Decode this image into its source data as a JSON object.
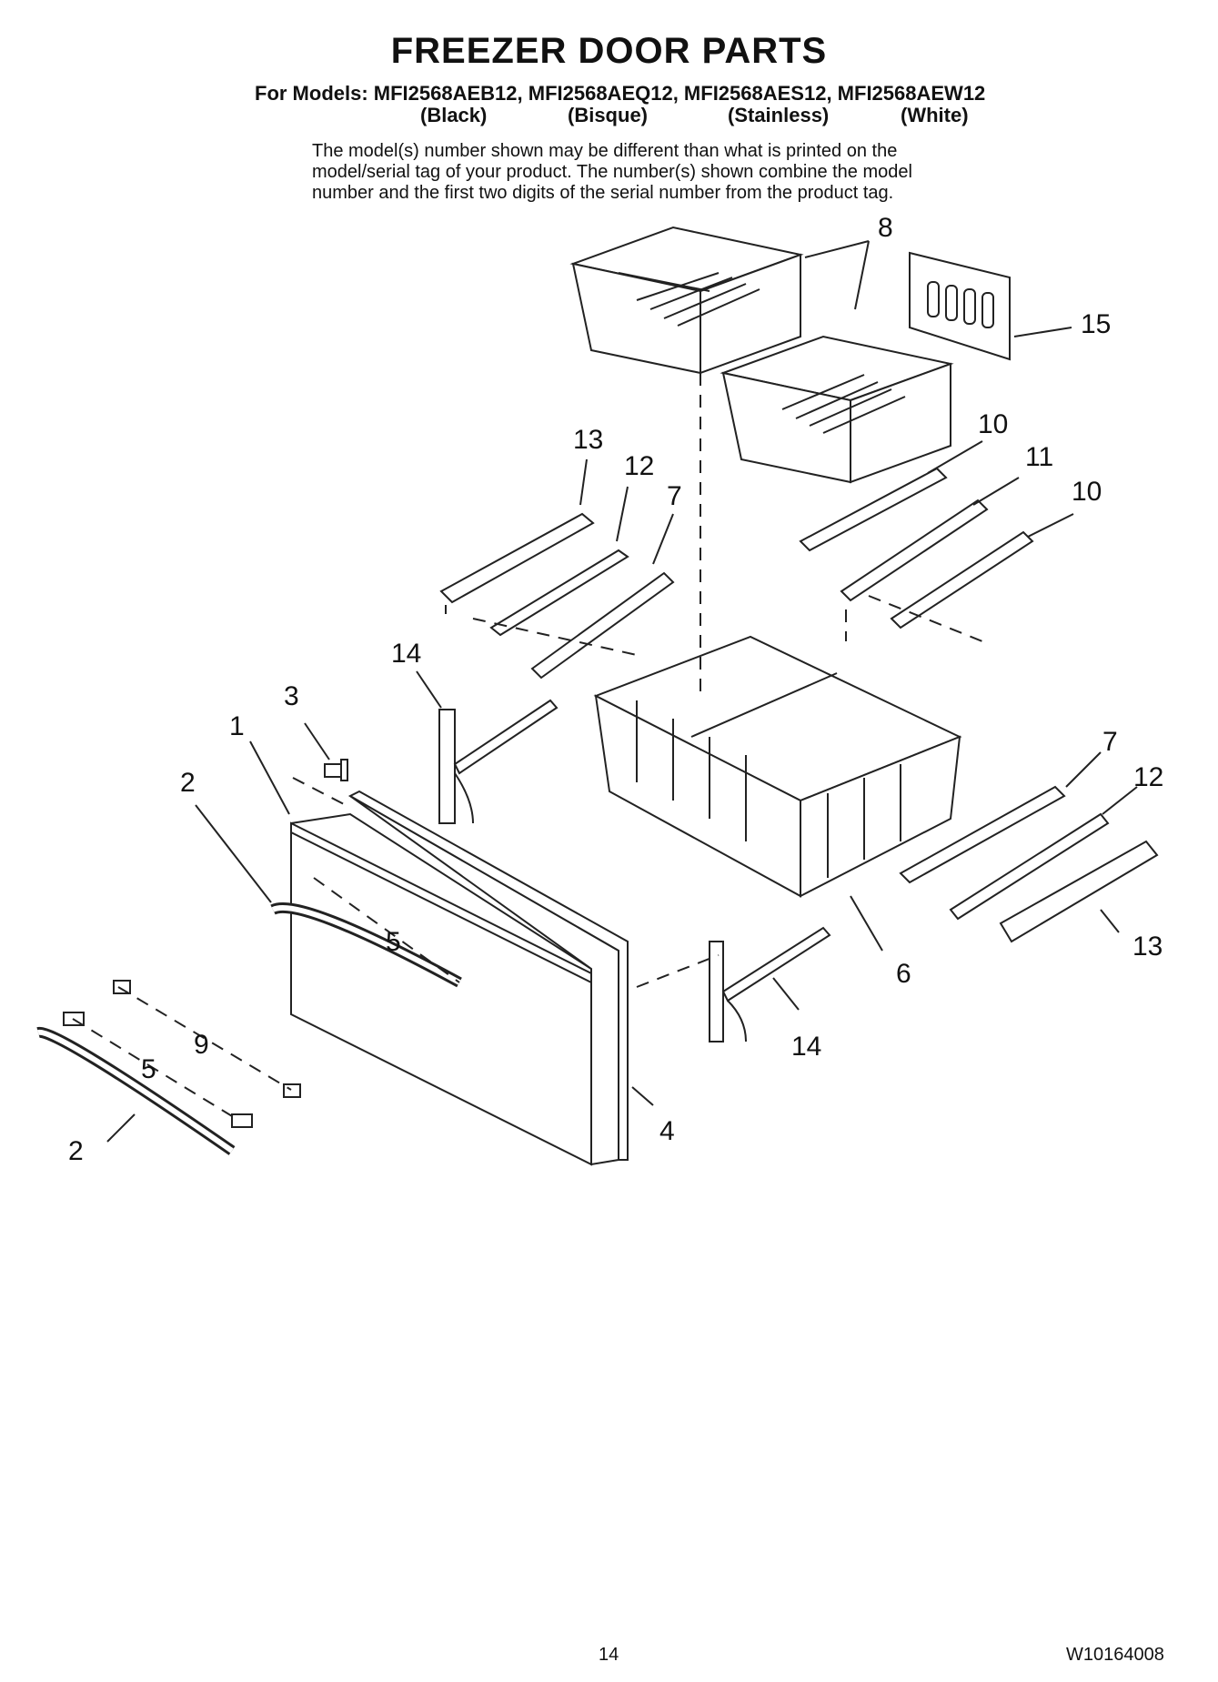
{
  "header": {
    "title": "FREEZER DOOR PARTS",
    "models_line": "For Models: MFI2568AEB12, MFI2568AEQ12, MFI2568AES12, MFI2568AEW12",
    "colors": [
      "(Black)",
      "(Bisque)",
      "(Stainless)",
      "(White)"
    ]
  },
  "note": [
    "The model(s) number shown may be different than what is printed on the",
    "model/serial tag of your product. The number(s) shown combine the model",
    "number and the first two digits of the serial number from the product tag."
  ],
  "callouts": [
    "8",
    "15",
    "13",
    "12",
    "7",
    "10",
    "11",
    "10",
    "14",
    "3",
    "1",
    "2",
    "7",
    "12",
    "5",
    "6",
    "13",
    "9",
    "5",
    "14",
    "4",
    "2"
  ],
  "footer": {
    "page_number": "14",
    "document_number": "W10164008"
  }
}
